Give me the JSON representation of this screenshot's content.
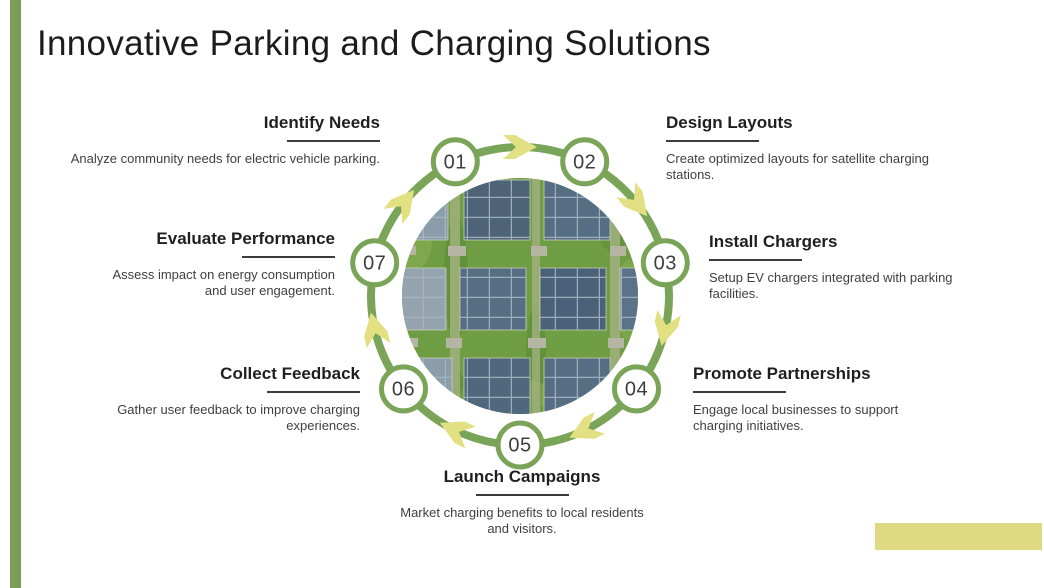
{
  "slide": {
    "title": "Innovative Parking and Charging Solutions",
    "accent_bar_color": "#7b9d55",
    "footer_rect_color": "#ddda81"
  },
  "diagram": {
    "type": "circular-process-cycle",
    "ring_color": "#7aa457",
    "arrow_color": "#e3e084",
    "node_fill": "#ffffff",
    "node_text_color": "#3d3d3d",
    "center_image": "aerial-view-of-solar-panel-farm",
    "steps": [
      {
        "number": "01",
        "title": "Identify Needs",
        "description": "Analyze community needs for electric vehicle parking."
      },
      {
        "number": "02",
        "title": "Design Layouts",
        "description": "Create optimized layouts for satellite charging stations."
      },
      {
        "number": "03",
        "title": "Install Chargers",
        "description": "Setup EV chargers integrated with parking facilities."
      },
      {
        "number": "04",
        "title": "Promote Partnerships",
        "description": "Engage local businesses to support charging initiatives."
      },
      {
        "number": "05",
        "title": "Launch Campaigns",
        "description": "Market charging benefits to local residents and visitors."
      },
      {
        "number": "06",
        "title": "Collect Feedback",
        "description": "Gather user feedback to improve charging experiences."
      },
      {
        "number": "07",
        "title": "Evaluate Performance",
        "description": "Assess impact on energy consumption and user engagement."
      }
    ]
  }
}
